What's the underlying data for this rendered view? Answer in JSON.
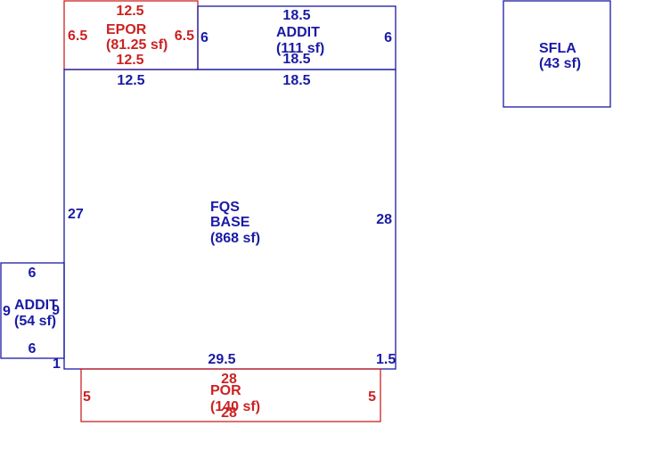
{
  "colors": {
    "blue": "#1a1aa6",
    "red": "#cc2222"
  },
  "areas": {
    "epor": {
      "code": "EPOR",
      "area": "(81.25 sf)",
      "dims": {
        "top": "12.5",
        "left": "6.5",
        "right": "6.5",
        "bottom": "12.5"
      }
    },
    "addit_top": {
      "code": "ADDIT",
      "area": "(111 sf)",
      "dims": {
        "top": "18.5",
        "left": "6",
        "right": "6",
        "bottom": "18.5"
      }
    },
    "sfla": {
      "code": "SFLA",
      "area": "(43 sf)"
    },
    "base": {
      "line1": "FQS",
      "line2": "BASE",
      "area": "(868 sf)",
      "dims": {
        "top_left": "12.5",
        "top_right": "18.5",
        "left": "27",
        "right": "28",
        "bottom": "29.5",
        "bottom_right": "1.5",
        "bottom_left": "1"
      }
    },
    "addit_left": {
      "code": "ADDIT",
      "area": "(54 sf)",
      "dims": {
        "top": "6",
        "left": "9",
        "right": "9",
        "bottom": "6"
      }
    },
    "por": {
      "code": "POR",
      "area": "(140 sf)",
      "dims": {
        "top": "28",
        "left": "5",
        "right": "5",
        "bottom": "28"
      }
    }
  }
}
